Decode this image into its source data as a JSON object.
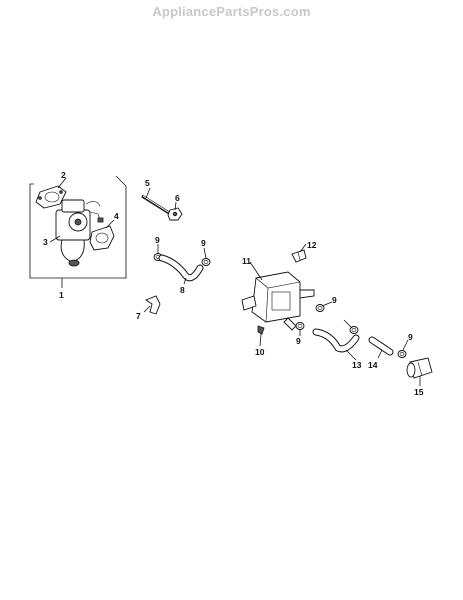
{
  "header": {
    "watermark": "AppliancePartsPros.com"
  },
  "callouts": [
    {
      "id": "1",
      "label": "1"
    },
    {
      "id": "2",
      "label": "2"
    },
    {
      "id": "3",
      "label": "3"
    },
    {
      "id": "4",
      "label": "4"
    },
    {
      "id": "5",
      "label": "5"
    },
    {
      "id": "6",
      "label": "6"
    },
    {
      "id": "7",
      "label": "7"
    },
    {
      "id": "8",
      "label": "8"
    },
    {
      "id": "9a",
      "label": "9"
    },
    {
      "id": "9b",
      "label": "9"
    },
    {
      "id": "9c",
      "label": "9"
    },
    {
      "id": "9d",
      "label": "9"
    },
    {
      "id": "9e",
      "label": "9"
    },
    {
      "id": "10",
      "label": "10"
    },
    {
      "id": "11",
      "label": "11"
    },
    {
      "id": "12",
      "label": "12"
    },
    {
      "id": "13",
      "label": "13"
    },
    {
      "id": "14",
      "label": "14"
    },
    {
      "id": "15",
      "label": "15"
    }
  ]
}
